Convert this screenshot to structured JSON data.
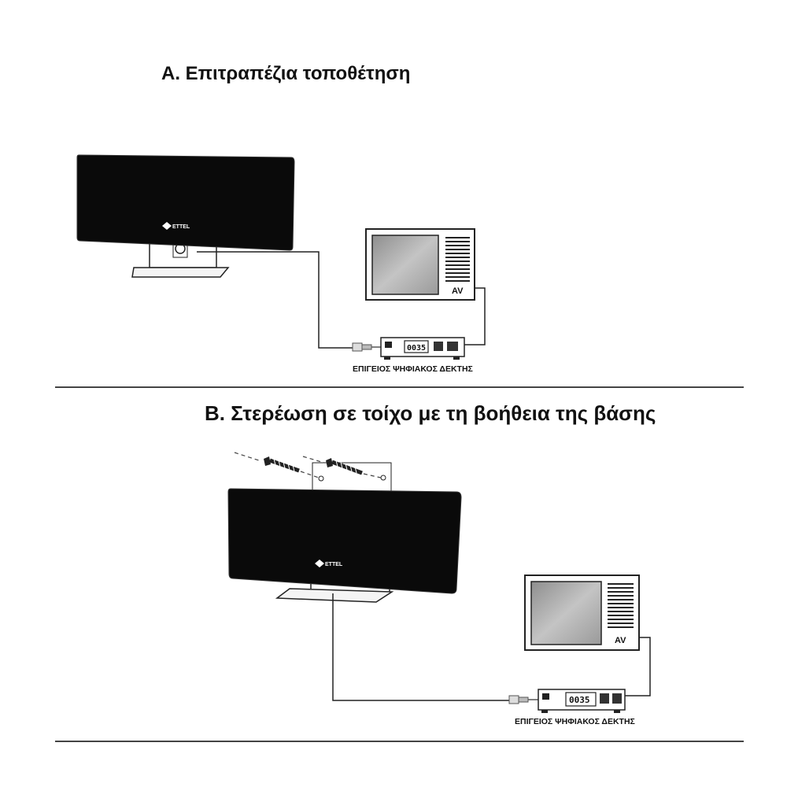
{
  "section_a": {
    "title": "A. Επιτραπέζια τοποθέτηση",
    "antenna_logo": "ETTEL",
    "tv_label": "AV",
    "receiver_display": "0035",
    "receiver_caption": "ΕΠΙΓΕΙΟΣ ΨΗΦΙΑΚΟΣ ΔΕΚΤΗΣ"
  },
  "section_b": {
    "title": "B. Στερέωση σε τοίχο με τη βοήθεια της βάσης",
    "antenna_logo": "ETTEL",
    "tv_label": "AV",
    "receiver_display": "0035",
    "receiver_caption": "ΕΠΙΓΕΙΟΣ ΨΗΦΙΑΚΟΣ ΔΕΚΤΗΣ"
  },
  "colors": {
    "antenna_panel": "#0a0a0a",
    "line": "#222222",
    "tv_screen": "#a8a8a8",
    "background": "#ffffff"
  }
}
